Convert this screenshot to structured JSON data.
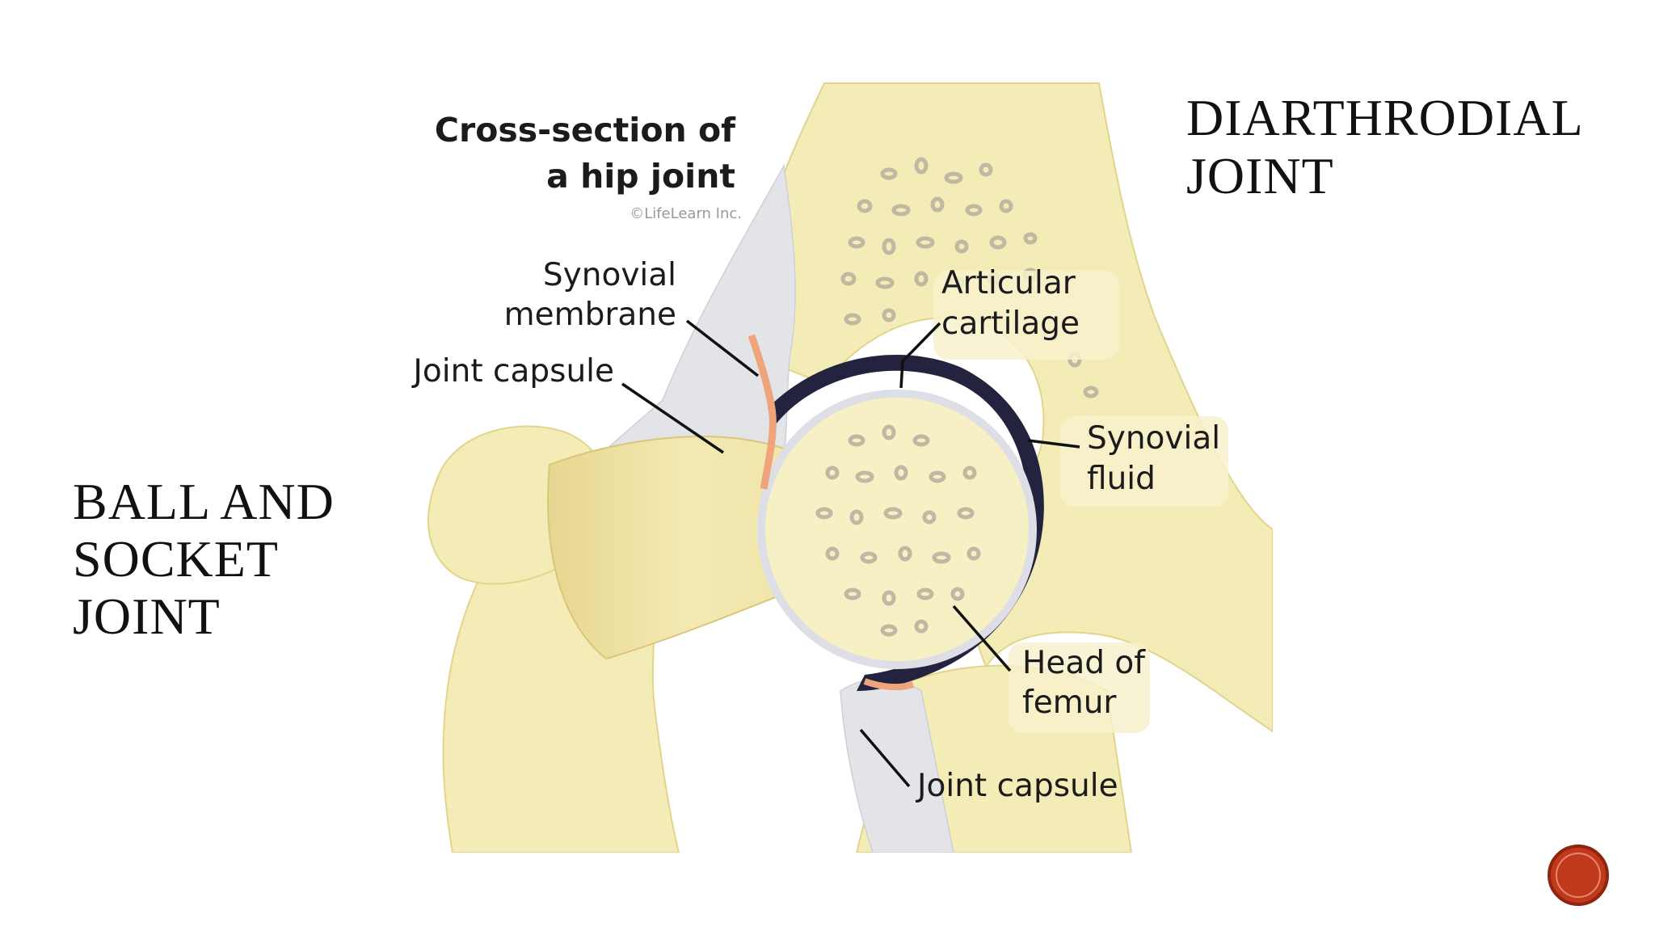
{
  "slide": {
    "title_lines": [
      "DIARTHRODIAL",
      "JOINT"
    ],
    "subtitle_lines": [
      "BALL AND",
      "SOCKET",
      "JOINT"
    ]
  },
  "diagram": {
    "heading_lines": [
      "Cross-section of",
      "a hip joint"
    ],
    "credit": "©LifeLearn Inc.",
    "labels": {
      "synovial_membrane": [
        "Synovial",
        "membrane"
      ],
      "joint_capsule_upper": "Joint capsule",
      "articular_cartilage": [
        "Articular",
        "cartilage"
      ],
      "synovial_fluid": [
        "Synovial",
        "fluid"
      ],
      "head_of_femur": [
        "Head of",
        "femur"
      ],
      "joint_capsule_lower": "Joint capsule"
    },
    "colors": {
      "bone": "#f4ecb6",
      "bone_shadow": "#e6d58e",
      "spongy_bone": "#bfb8a3",
      "cartilage": "#23233f",
      "membrane": "#f0a47c",
      "capsule": "#dcdde2"
    }
  },
  "nav": {
    "icon": "next-slide-icon",
    "color": "#c0391b"
  }
}
